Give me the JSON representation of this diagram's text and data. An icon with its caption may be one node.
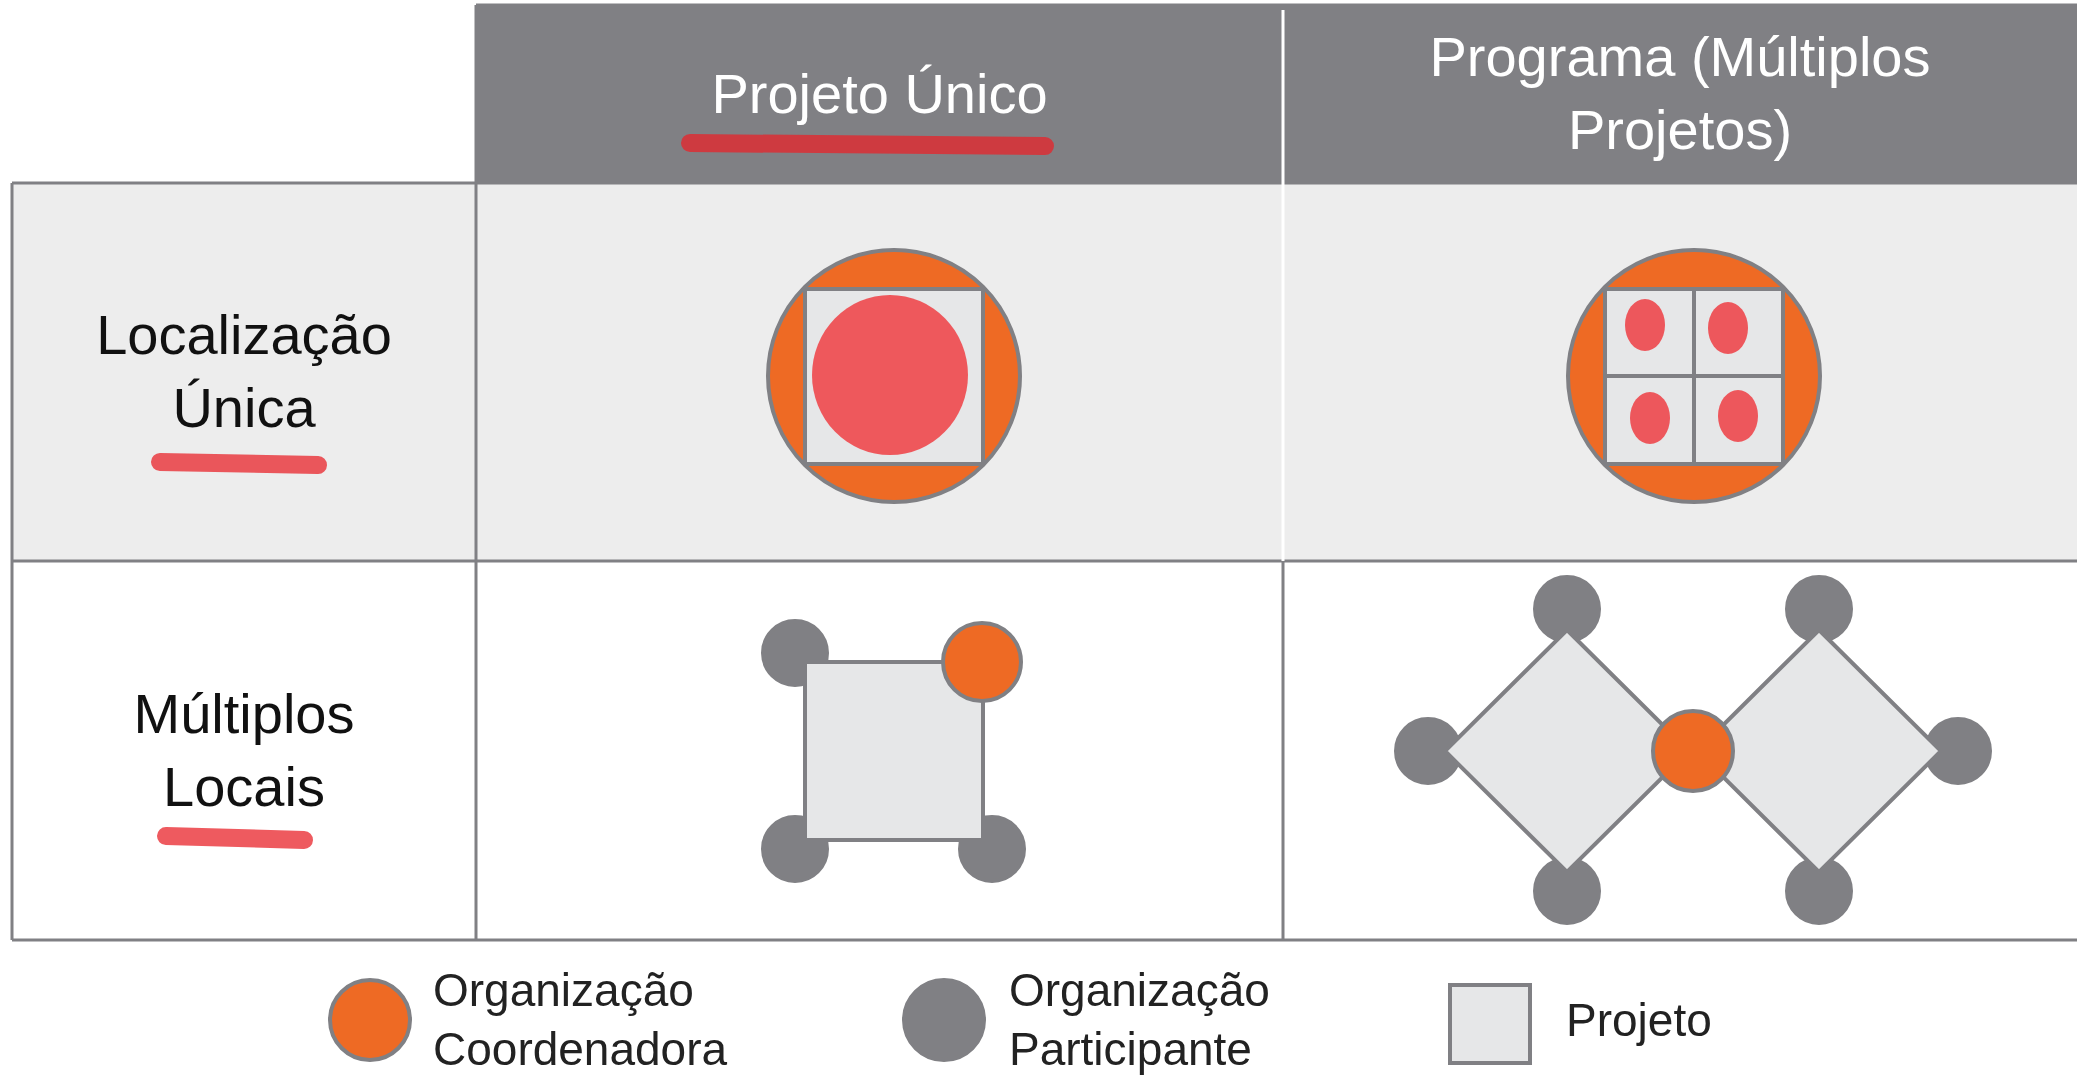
{
  "diagram": {
    "labels": [
      "Projeto Único",
      "Programa (Múltiplos Projetos)",
      "Localização Única",
      "Múltiplos Locais"
    ],
    "legend": [
      {
        "text": "Organização Coordenadora",
        "color": "#ee6a24"
      },
      {
        "text": "Organização Participante",
        "color": "#808084"
      },
      {
        "text": "Projeto",
        "color": "#e6e7e8"
      }
    ]
  }
}
